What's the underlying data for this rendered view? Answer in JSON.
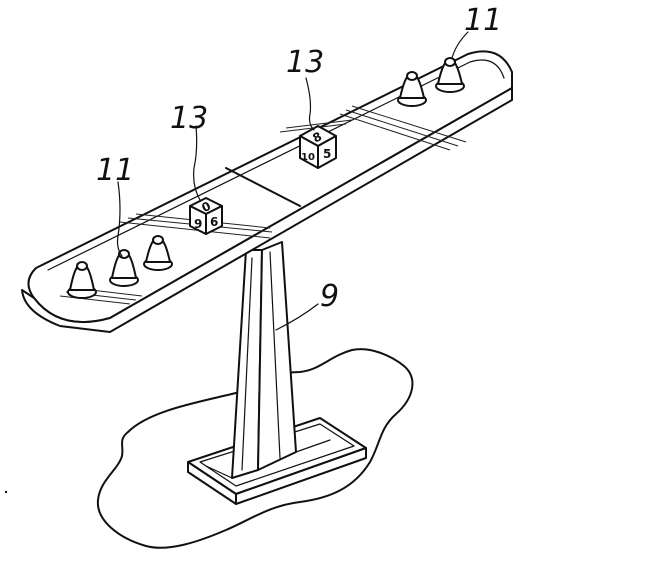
{
  "labels": {
    "pieces_left": "11",
    "pieces_right": "11",
    "die_left": "13",
    "die_right": "13",
    "stand": "9"
  },
  "dice": {
    "left": {
      "top": "0",
      "front_left": "9",
      "front_right": "6"
    },
    "right": {
      "top": "8",
      "front_left": "10",
      "front_right": "5"
    }
  },
  "colors": {
    "ink": "#111111",
    "paper": "#ffffff"
  }
}
